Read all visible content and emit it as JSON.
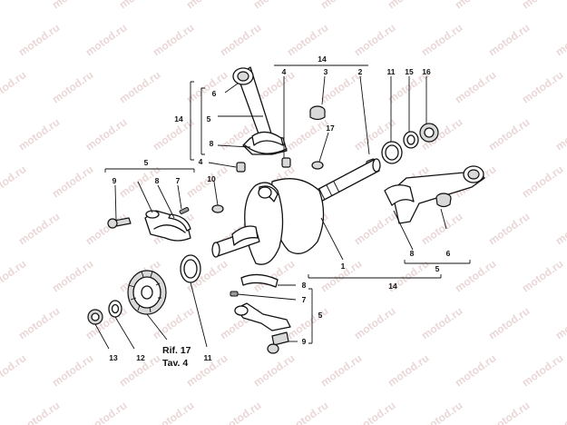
{
  "diagram": {
    "watermark": "motod.ru",
    "reference": {
      "line1": "Rif. 17",
      "line2": "Tav. 4"
    },
    "callouts": {
      "top_14": "14",
      "top_4": "4",
      "top_3": "3",
      "top_2": "2",
      "top_11": "11",
      "top_15": "15",
      "top_16": "16",
      "left_6": "6",
      "left_5": "5",
      "left_14": "14",
      "left_8": "8",
      "left_4": "4",
      "mid_17": "17",
      "mid_10": "10",
      "mid_1": "1",
      "lg_5": "5",
      "lg_9": "9",
      "lg_8": "8",
      "lg_7": "7",
      "r_8": "8",
      "r_6": "6",
      "r_5": "5",
      "r_14": "14",
      "b_8": "8",
      "b_7": "7",
      "b_5": "5",
      "b_9": "9",
      "bl_13": "13",
      "bl_12": "12",
      "bl_11": "11"
    }
  }
}
